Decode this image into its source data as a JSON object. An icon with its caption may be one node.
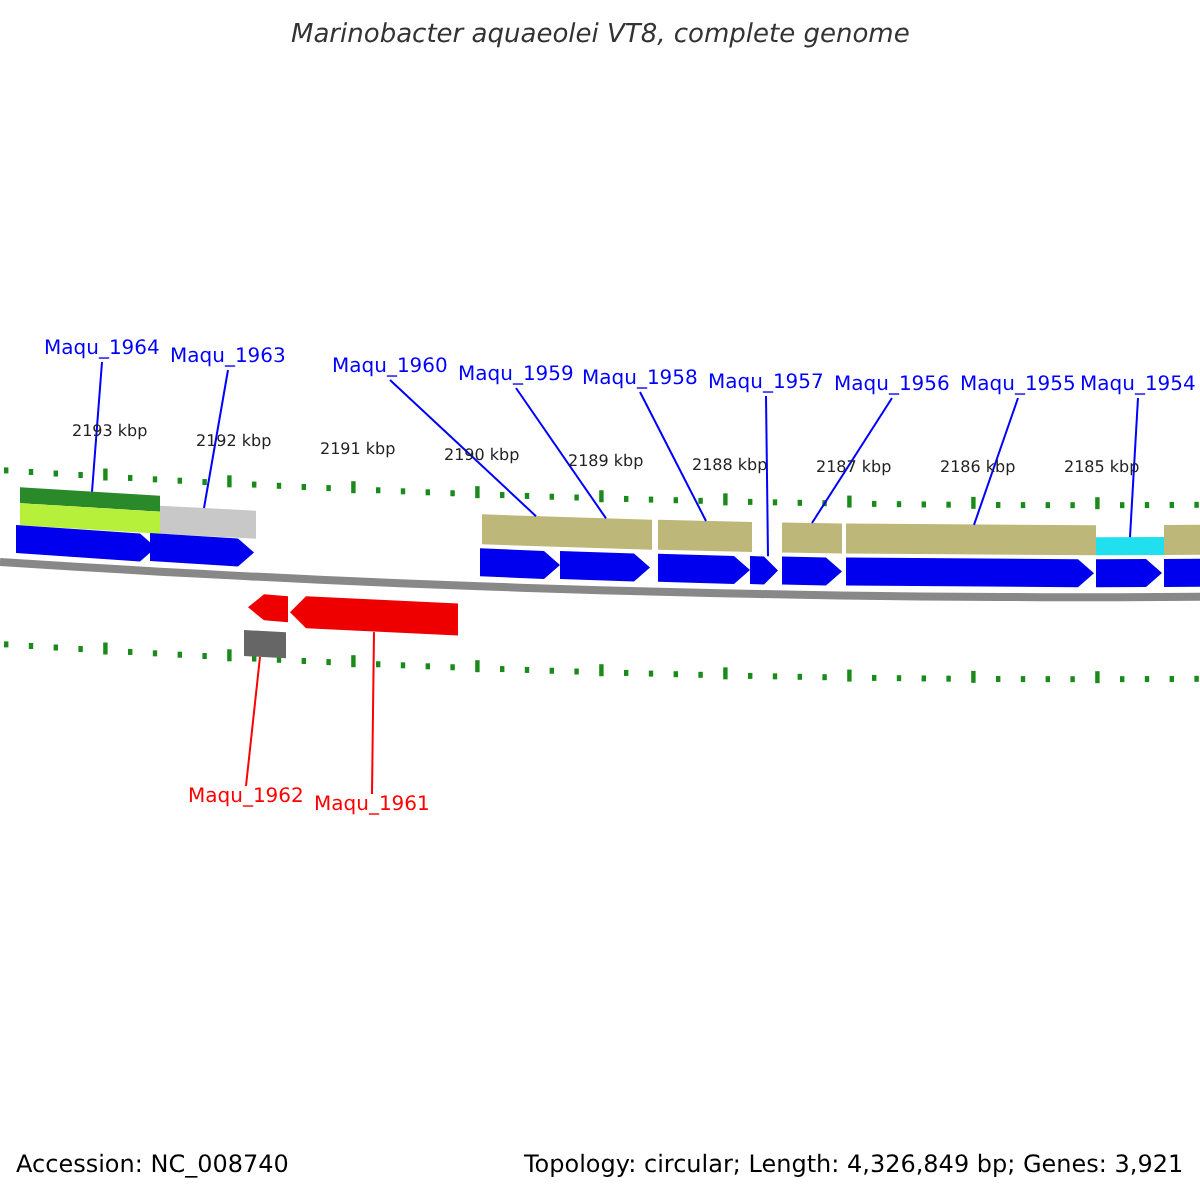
{
  "diagram": {
    "title": "Marinobacter aquaeolei VT8, complete genome",
    "nodes": [
      {
        "text": [
          "Maqu_1964"
        ]
      },
      {
        "text": [
          "Maqu_1963"
        ]
      },
      {
        "text": [
          "Maqu_1960"
        ]
      },
      {
        "text": [
          "Maqu_1959"
        ]
      },
      {
        "text": [
          "Maqu_1958"
        ]
      },
      {
        "text": [
          "Maqu_1957"
        ]
      },
      {
        "text": [
          "Maqu_1956"
        ]
      },
      {
        "text": [
          "Maqu_1955"
        ]
      },
      {
        "text": [
          "Maqu_1954"
        ]
      },
      {
        "text": [
          "Maqu_1962"
        ]
      },
      {
        "text": [
          "Maqu_1961"
        ]
      },
      {
        "text": [],
        "shape": "bar"
      },
      {
        "text": [],
        "shape": "bar"
      },
      {
        "text": [],
        "shape": "bar"
      },
      {
        "text": [],
        "shape": "bar"
      },
      {
        "text": [],
        "shape": "bar"
      },
      {
        "text": [],
        "shape": "bar"
      },
      {
        "text": [],
        "shape": "bar"
      },
      {
        "text": [],
        "shape": "bar"
      },
      {
        "text": [],
        "shape": "bar"
      },
      {
        "text": [],
        "shape": "bar"
      },
      {
        "text": [],
        "shape": "bar"
      },
      {
        "text": [],
        "shape": "bar"
      },
      {
        "text": [],
        "shape": "bar"
      },
      {
        "text": [],
        "shape": "bar"
      },
      {
        "text": [],
        "shape": "bar"
      },
      {
        "text": [],
        "shape": "bar"
      },
      {
        "text": [],
        "shape": "bar"
      },
      {
        "text": [],
        "shape": "bar"
      },
      {
        "text": [],
        "shape": "bar"
      },
      {
        "text": [],
        "shape": "bar"
      },
      {
        "text": [],
        "shape": "bar"
      }
    ],
    "edges": [
      {
        "from": 0,
        "to": 11,
        "arrow": "none"
      },
      {
        "from": 1,
        "to": 12,
        "arrow": "none"
      },
      {
        "from": 2,
        "to": 13,
        "arrow": "none"
      },
      {
        "from": 3,
        "to": 13,
        "arrow": "none"
      },
      {
        "from": 4,
        "to": 14,
        "arrow": "none"
      },
      {
        "from": 5,
        "to": 15,
        "arrow": "none"
      },
      {
        "from": 6,
        "to": 16,
        "arrow": "none"
      },
      {
        "from": 7,
        "to": 17,
        "arrow": "none"
      },
      {
        "from": 8,
        "to": 18,
        "arrow": "none"
      },
      {
        "from": 9,
        "to": 19,
        "arrow": "none",
        "color": "#ff0000"
      },
      {
        "from": 10,
        "to": 20,
        "arrow": "none",
        "color": "#ff0000"
      }
    ],
    "labels": [
      "2193 kbp",
      "2192 kbp",
      "2191 kbp",
      "2190 kbp",
      "2189 kbp",
      "2188 kbp",
      "2187 kbp",
      "2186 kbp",
      "2185 kbp",
      "Accession: NC_008740",
      "Topology: circular; Length: 4,326,849 bp; Genes: 3,921"
    ]
  }
}
